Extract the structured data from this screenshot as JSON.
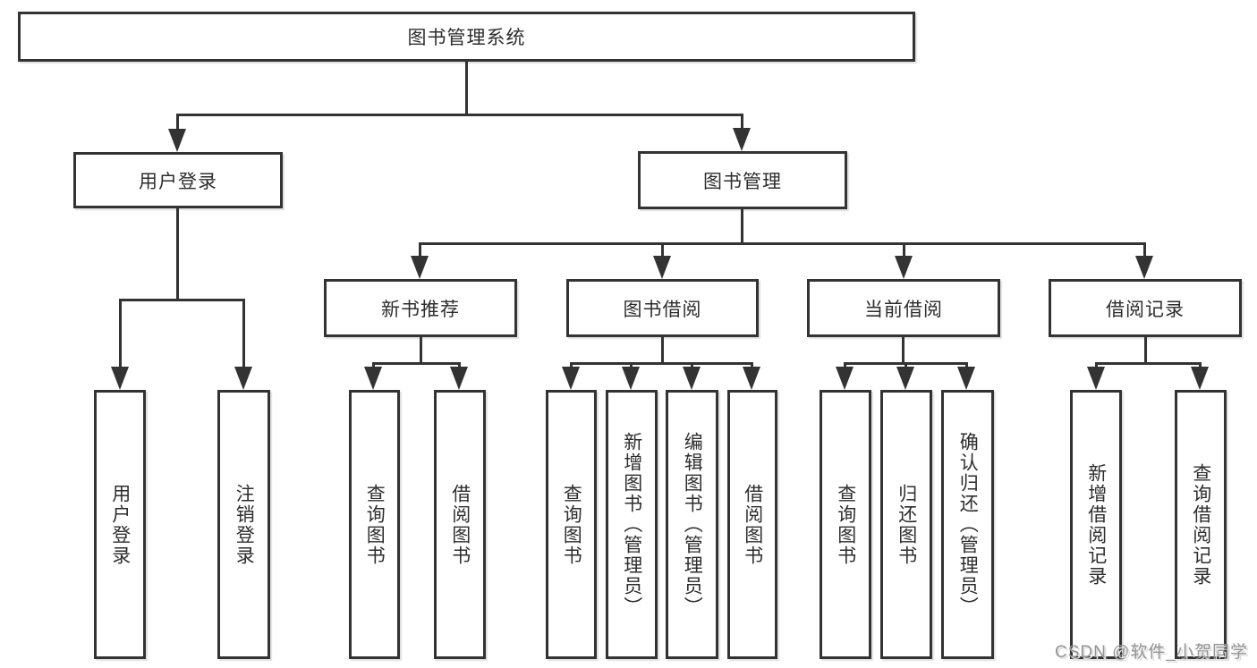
{
  "diagram": {
    "type": "tree-diagram",
    "tree": {
      "label": "图书管理系统",
      "children": [
        {
          "label": "用户登录",
          "children": [
            {
              "label": "用户登录"
            },
            {
              "label": "注销登录"
            }
          ]
        },
        {
          "label": "图书管理",
          "children": [
            {
              "label": "新书推荐",
              "children": [
                {
                  "label": "查询图书"
                },
                {
                  "label": "借阅图书"
                }
              ]
            },
            {
              "label": "图书借阅",
              "children": [
                {
                  "label": "查询图书"
                },
                {
                  "label": "新增图书（管理员）"
                },
                {
                  "label": "编辑图书（管理员）"
                },
                {
                  "label": "借阅图书"
                }
              ]
            },
            {
              "label": "当前借阅",
              "children": [
                {
                  "label": "查询图书"
                },
                {
                  "label": "归还图书"
                },
                {
                  "label": "确认归还（管理员）"
                }
              ]
            },
            {
              "label": "借阅记录",
              "children": [
                {
                  "label": "新增借阅记录"
                },
                {
                  "label": "查询借阅记录"
                }
              ]
            }
          ]
        }
      ]
    },
    "colors": {
      "line": "#333333",
      "box_background": "#ffffff",
      "watermark": "#949494"
    }
  },
  "watermark": {
    "text": "CSDN @软件_小贺同学"
  }
}
